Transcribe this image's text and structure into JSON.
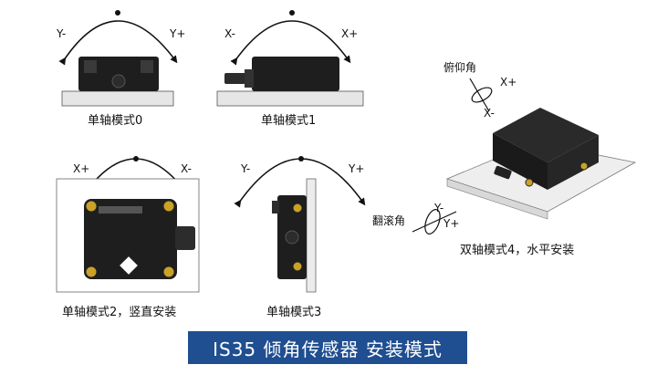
{
  "title": "IS35 倾角传感器 安装模式",
  "modes": {
    "mode0": {
      "caption": "单轴模式0",
      "left_axis": "Y-",
      "right_axis": "Y+"
    },
    "mode1": {
      "caption": "单轴模式1",
      "left_axis": "X-",
      "right_axis": "X+"
    },
    "mode2": {
      "caption": "单轴模式2，竖直安装",
      "left_axis": "X+",
      "right_axis": "X-"
    },
    "mode3": {
      "caption": "单轴模式3",
      "left_axis": "Y-",
      "right_axis": "Y+"
    },
    "mode4": {
      "caption": "双轴模式4，水平安装",
      "pitch_label": "俯仰角",
      "pitch_pos": "X+",
      "pitch_neg": "X-",
      "roll_label": "翻滚角",
      "roll_pos": "Y+",
      "roll_neg": "Y-"
    }
  },
  "colors": {
    "title_bg": "#1f4e91",
    "device": "#1e1e1e",
    "base": "#e6e6e6",
    "accent": "#c9a227"
  }
}
